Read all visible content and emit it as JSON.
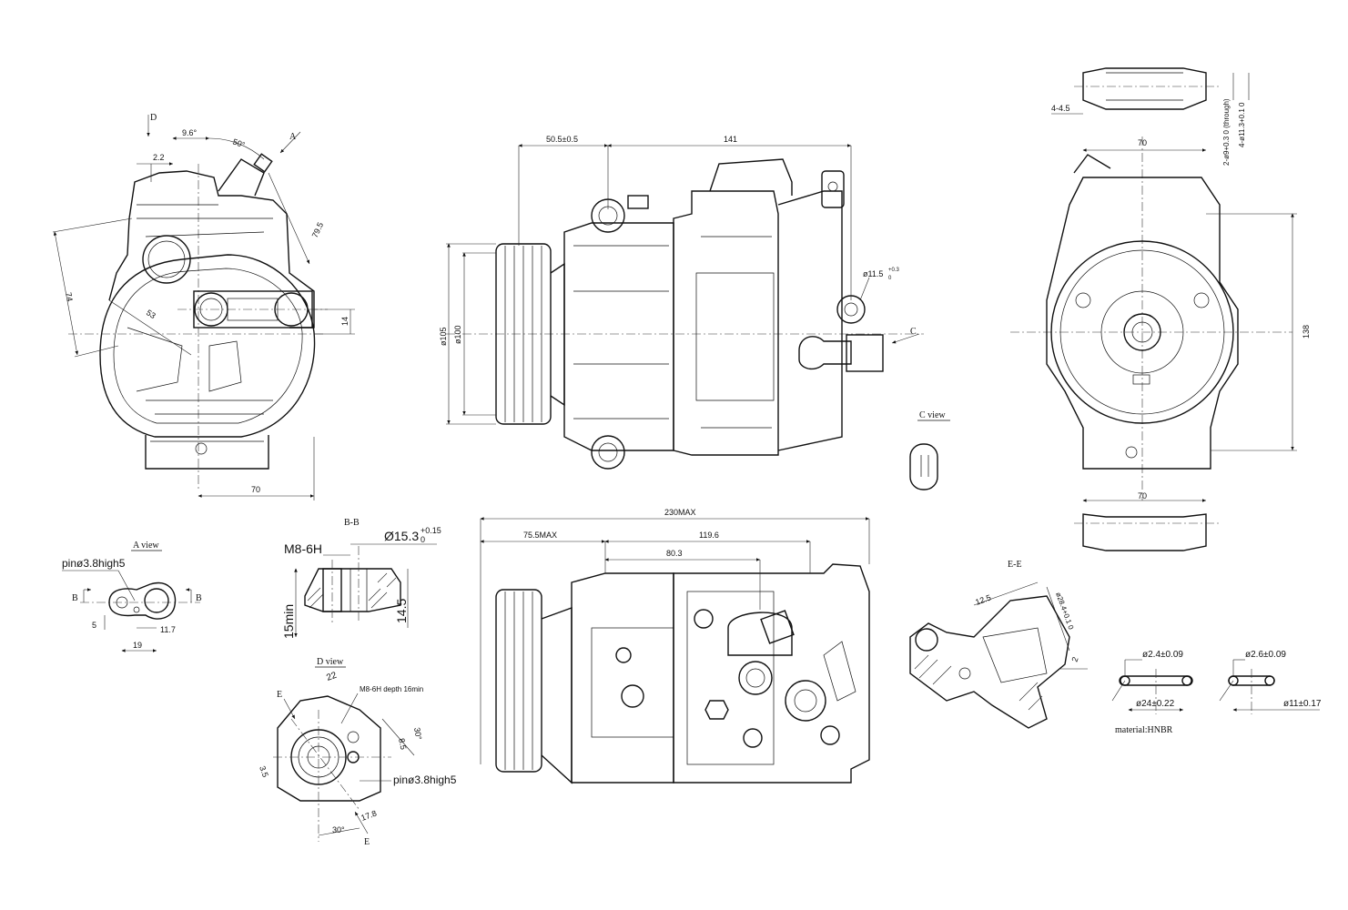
{
  "views": {
    "d_marker": "D",
    "a_marker": "A",
    "c_marker": "C",
    "c_view_title": "C view",
    "a_view_title": "A view",
    "bb_title": "B-B",
    "d_view_title": "D view",
    "ee_title": "E-E",
    "b_left": "B",
    "b_right": "B",
    "e_top": "E",
    "e_bottom": "E"
  },
  "dimensions": {
    "left_view": {
      "angle_96": "9.6°",
      "angle_50": "50°",
      "d22": "2.2",
      "d795": "79.5",
      "d74": "74",
      "d53": "53",
      "d14": "14",
      "w70": "70"
    },
    "center_view": {
      "d505": "50.5±0.5",
      "d141": "141",
      "d105": "ø105",
      "d100": "ø100",
      "hole": "ø11.5",
      "hole_tol": "+0.3",
      "hole_tol_low": "0"
    },
    "right_view": {
      "d445": "4-4.5",
      "w70_top": "70",
      "through": "2-ø9+0.3 0 (through)",
      "hole4": "4-ø11.3+0.1 0",
      "h138": "138",
      "w70_bottom": "70"
    },
    "bottom_view": {
      "d230": "230MAX",
      "d755": "75.5MAX",
      "d1196": "119.6",
      "d803": "80.3"
    },
    "a_view": {
      "pin": "pinø3.8high5",
      "d5": "5",
      "d117": "11.7",
      "d19": "19"
    },
    "bb_view": {
      "thread": "M8-6H",
      "bore": "Ø15.3",
      "bore_tol": "+0.15",
      "bore_tol_low": "0",
      "depth": "15min",
      "h145": "14.5"
    },
    "d_view": {
      "d22": "22",
      "thread_note": "M8-6H depth 16min",
      "angle30a": "30°",
      "d85": "8.5",
      "d35": "3.5",
      "pin": "pinø3.8high5",
      "angle30b": "30°",
      "d178": "17.8"
    },
    "ee_view": {
      "d125": "12.5",
      "d284": "ø28.4+0.1 0",
      "d2": "2"
    },
    "orings": {
      "ring1_section": "ø2.4±0.09",
      "ring1_id": "ø24±0.22",
      "ring2_section": "ø2.6±0.09",
      "ring2_id": "ø11±0.17",
      "material": "material:HNBR"
    }
  }
}
